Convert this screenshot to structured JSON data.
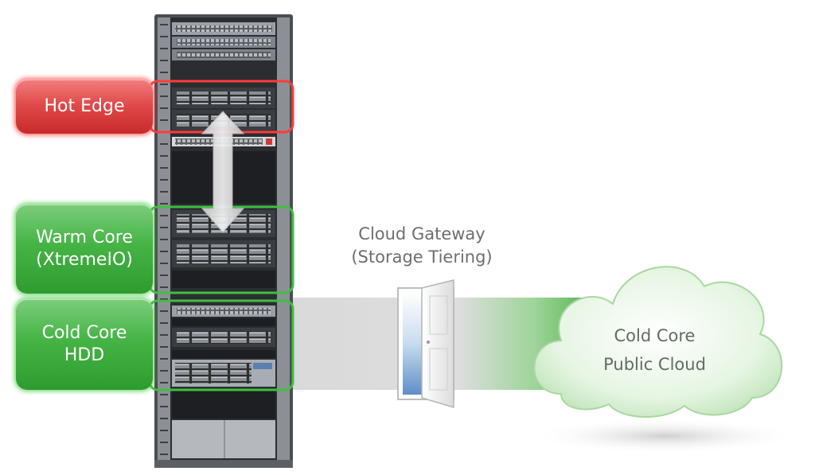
{
  "tiers": [
    {
      "label": "Hot Edge",
      "color": "#e24b4b"
    },
    {
      "label": "Warm Core\n(XtremeIO)",
      "color": "#45b445"
    },
    {
      "label": "Cold Core\nHDD",
      "color": "#45b445"
    }
  ],
  "gateway": {
    "line1": "Cloud Gateway",
    "line2": "(Storage Tiering)"
  },
  "cloud": {
    "line1": "Cold Core",
    "line2": "Public Cloud",
    "color": "#c9ebc4"
  },
  "icons": [
    "server-rack-icon",
    "door-icon",
    "cloud-icon",
    "double-arrow-icon"
  ]
}
